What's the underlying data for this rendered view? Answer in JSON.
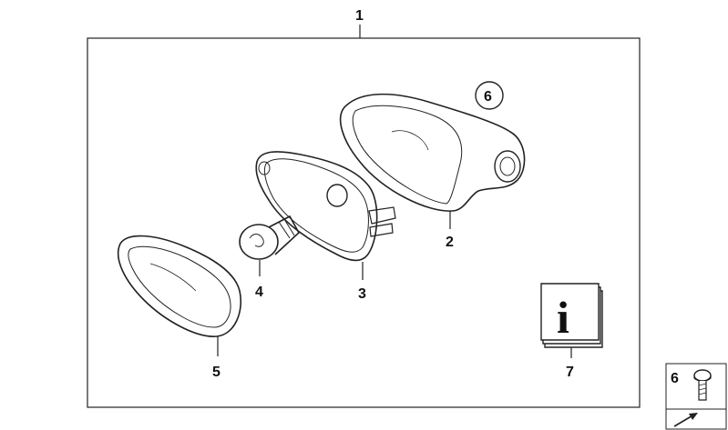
{
  "callouts": {
    "assembly": "1",
    "housing": "2",
    "reflector": "3",
    "bulb": "4",
    "lens": "5",
    "circled_ref": "6",
    "info": "7"
  },
  "info_sheet": {
    "glyph": "i"
  },
  "inset": {
    "label": "6"
  }
}
